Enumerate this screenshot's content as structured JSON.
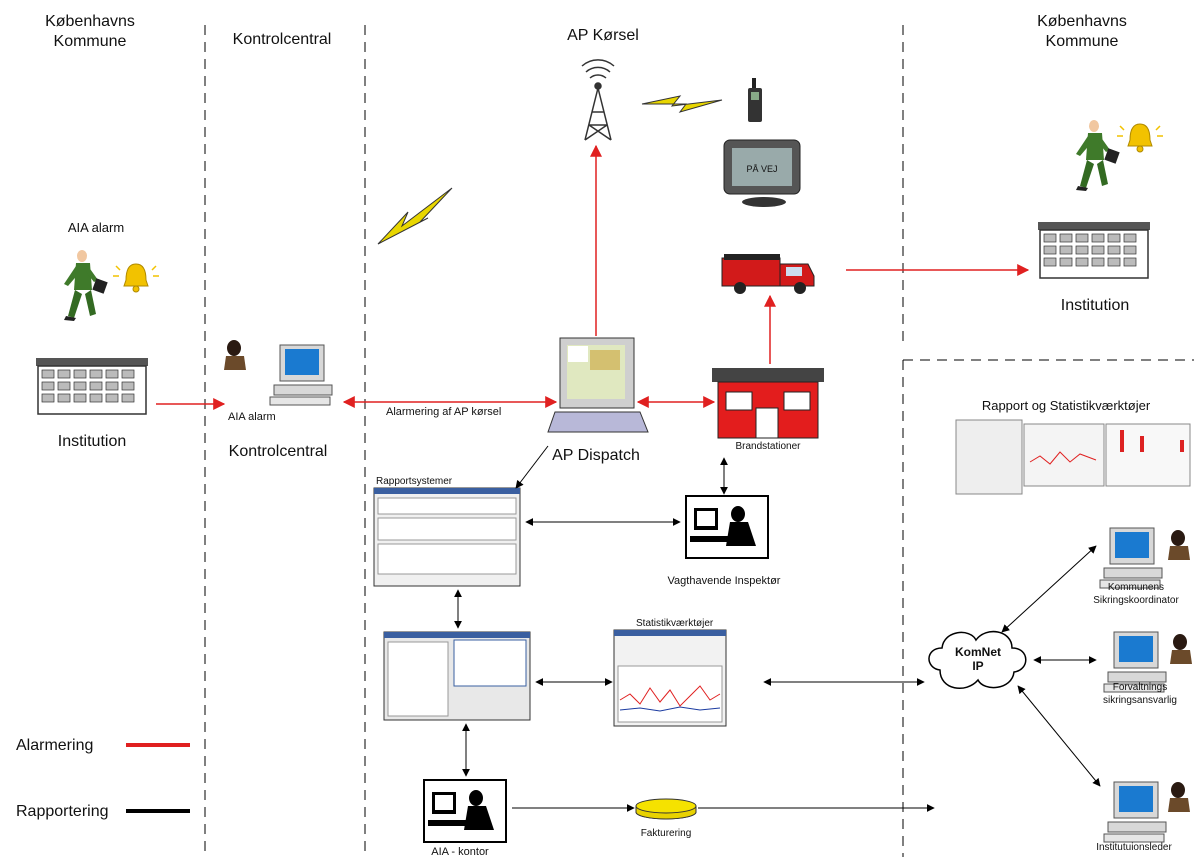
{
  "zones": {
    "left_municipality": "Københavns\nKommune",
    "control_center": "Kontrolcentral",
    "ap_korsel": "AP Kørsel",
    "right_municipality": "Københavns\nKommune"
  },
  "labels": {
    "aia_alarm_top": "AIA alarm",
    "institution_left": "Institution",
    "aia_alarm_pc": "AIA alarm",
    "kontrolcentral": "Kontrolcentral",
    "alarmering_af_ap": "Alarmering af AP kørsel",
    "ap_dispatch": "AP Dispatch",
    "brandstationer": "Brandstationer",
    "institution_right": "Institution",
    "device_screen_text": "PÅ VEJ",
    "rapportsystemer": "Rapportsystemer",
    "vagthavende": "Vagthavende Inspektør",
    "statistikvaerktojer": "Statistikværktøjer",
    "rapport_statistik": "Rapport og Statistikværktøjer",
    "komnet": "KomNet\nIP",
    "kommunens": "Kommunens\nSikringskoordinator",
    "forvaltnings": "Forvaltnings\nsikringsansvarlig",
    "institutionsleder": "Institutuionsleder",
    "fakturering": "Fakturering",
    "aia_kontor": "AIA - kontor"
  },
  "legend": [
    {
      "label": "Alarmering",
      "color": "#e02020"
    },
    {
      "label": "Rapportering",
      "color": "#000000"
    }
  ],
  "colors": {
    "alarm": "#e02020",
    "report": "#000000",
    "man_suit": "#3f7a2a",
    "bell": "#f2c200"
  }
}
